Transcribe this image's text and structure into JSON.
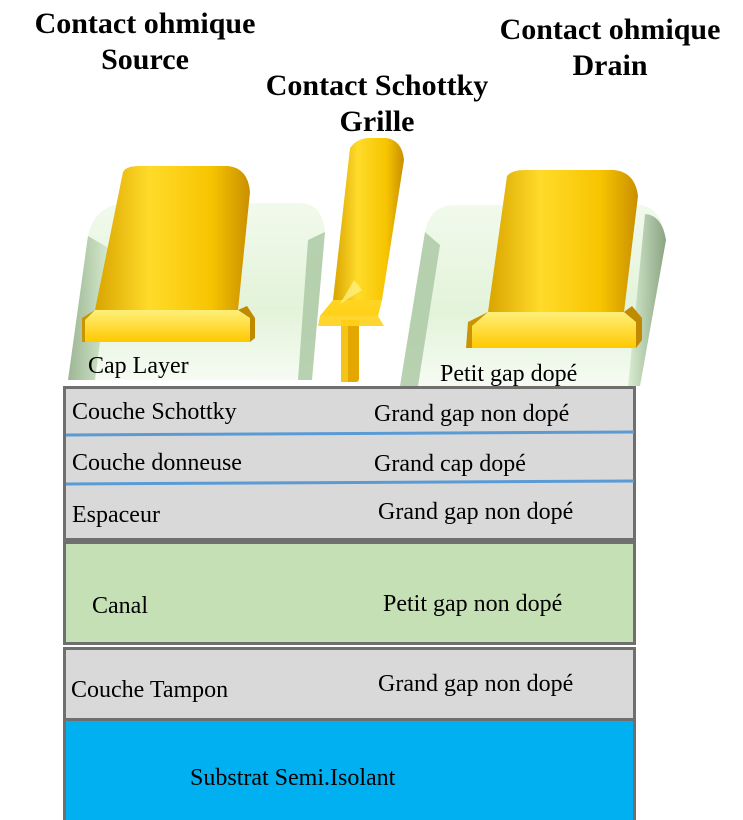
{
  "titles": {
    "source": {
      "line1": "Contact ohmique",
      "line2": "Source"
    },
    "gate": {
      "line1": "Contact Schottky",
      "line2": "Grille"
    },
    "drain": {
      "line1": "Contact ohmique",
      "line2": "Drain"
    }
  },
  "cap": {
    "name": "Cap Layer",
    "desc": "Petit gap dopé"
  },
  "layers": [
    {
      "name": "Couche Schottky",
      "desc": "Grand gap non dopé"
    },
    {
      "name": "Couche donneuse",
      "desc": "Grand cap dopé"
    },
    {
      "name": "Espaceur",
      "desc": "Grand gap non dopé"
    },
    {
      "name": "Canal",
      "desc": "Petit gap non dopé"
    },
    {
      "name": "Couche Tampon",
      "desc": "Grand gap non dopé"
    },
    {
      "name": "Substrat Semi.Isolant"
    }
  ],
  "colors": {
    "barrier": "#d9d9d9",
    "channel": "#c5e0b4",
    "substrate": "#00b0f0",
    "interface": "#5b9bd5",
    "contact": "#ffd000",
    "cap": "#e6f5dc"
  }
}
